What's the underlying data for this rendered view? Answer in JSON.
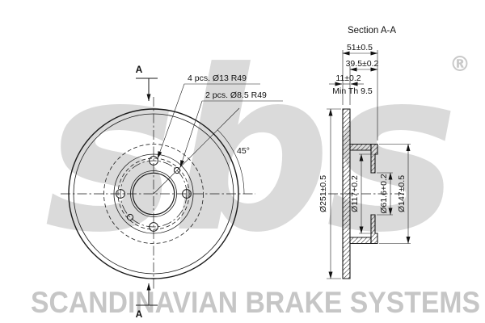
{
  "brand": {
    "logo": "sbs",
    "registered": "®",
    "footer": "SCANDINAVIAN BRAKE SYSTEMS"
  },
  "front_view": {
    "bolt_holes_label": "4 pcs. Ø13 R49",
    "pin_holes_label": "2 pcs. Ø8.5 R49",
    "angle_label": "45°",
    "section_marker": "A"
  },
  "section_view": {
    "title": "Section A-A",
    "dims": {
      "total_width": "51±0.5",
      "hat_depth": "39.5±0.2",
      "thickness": "11±0.2",
      "min_thickness": "Min Th 9.5",
      "outer_dia": "Ø251±0.5",
      "flange_dia": "Ø117+0.2",
      "bore_dia": "Ø61.6+0.2",
      "hat_dia": "Ø147±0.5"
    }
  }
}
